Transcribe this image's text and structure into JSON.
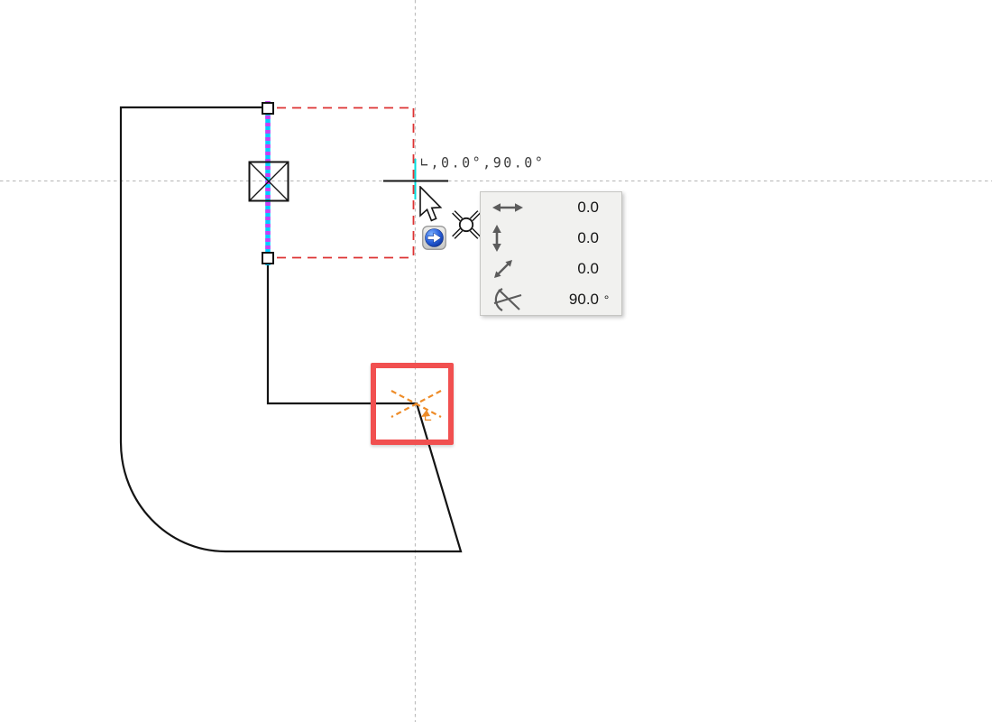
{
  "app": {
    "type": "cad-plan-view",
    "mode": "edge-drag-edit"
  },
  "canvas": {
    "cursor_readout": "∟,0.0°,90.0°",
    "snap_angle_glyph": "∟"
  },
  "tracker": {
    "rows": [
      {
        "icon": "horizontal-distance-icon",
        "value": "0.0",
        "unit": ""
      },
      {
        "icon": "vertical-distance-icon",
        "value": "0.0",
        "unit": ""
      },
      {
        "icon": "diagonal-distance-icon",
        "value": "0.0",
        "unit": ""
      },
      {
        "icon": "angle-icon",
        "value": "90.0",
        "unit": "°"
      }
    ]
  },
  "colors": {
    "outline": "#141414",
    "selection_cyan": "#00ccff",
    "selection_magenta": "#cb3df2",
    "ghost_red": "#dd3333",
    "highlight_red": "#f15050",
    "snap_orange": "#ee8c28",
    "guide_gray": "#bfbfbf",
    "crosshair_cyan": "#00dede",
    "tracker_bg": "#f1f1ef"
  },
  "icons": [
    "horizontal-distance-icon",
    "vertical-distance-icon",
    "diagonal-distance-icon",
    "angle-icon",
    "arrow-cursor-icon",
    "intersection-node-icon",
    "tracker-enter-icon"
  ]
}
